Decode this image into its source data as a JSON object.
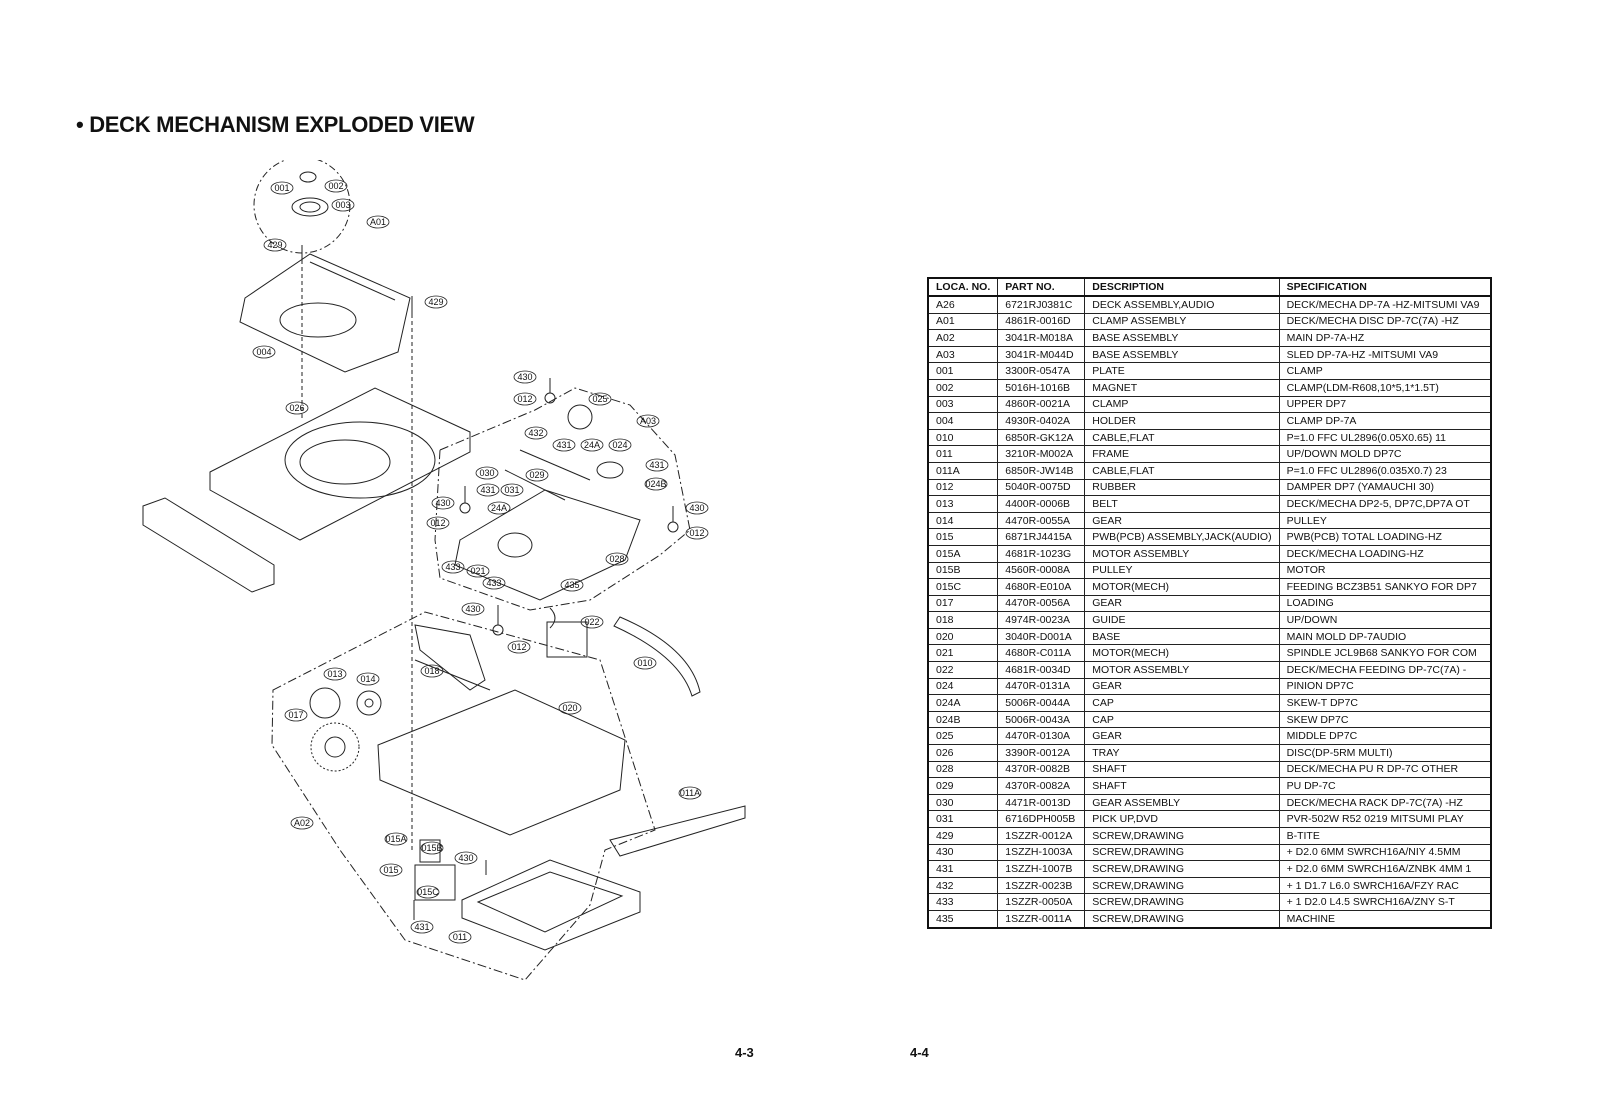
{
  "page": {
    "title": "• DECK MECHANISM EXPLODED VIEW",
    "page_left": "4-3",
    "page_right": "4-4"
  },
  "callouts": {
    "c001": "001",
    "c002": "002",
    "c003": "003",
    "cA01": "A01",
    "c429a": "429",
    "c429b": "429",
    "c004": "004",
    "c026": "026",
    "c430a": "430",
    "c012a": "012",
    "c025": "025",
    "cA03": "A03",
    "c432": "432",
    "c431a": "431",
    "c24Aa": "24A",
    "c024": "024",
    "c431b": "431",
    "c024B": "024B",
    "c030": "030",
    "c029": "029",
    "c431c": "431",
    "c031": "031",
    "c430b": "430",
    "c24Ab": "24A",
    "c012b": "012",
    "c430c": "430",
    "c012c": "012",
    "c433a": "433",
    "c021": "021",
    "c433b": "433",
    "c435": "435",
    "c028": "028",
    "c430d": "430",
    "c022": "022",
    "c012d": "012",
    "c010": "010",
    "c013": "013",
    "c014": "014",
    "c018": "018",
    "c017": "017",
    "c020": "020",
    "c011A": "011A",
    "cA02": "A02",
    "c015A": "015A",
    "c015B": "015B",
    "c430e": "430",
    "c015": "015",
    "c015C": "015C",
    "c431d": "431",
    "c011": "011"
  },
  "parts_table": {
    "headers": [
      "LOCA. NO.",
      "PART NO.",
      "DESCRIPTION",
      "SPECIFICATION"
    ],
    "rows": [
      [
        "A26",
        "6721RJ0381C",
        "DECK ASSEMBLY,AUDIO",
        "DECK/MECHA DP-7A -HZ-MITSUMI VA9"
      ],
      [
        "A01",
        "4861R-0016D",
        "CLAMP ASSEMBLY",
        "DECK/MECHA DISC DP-7C(7A) -HZ"
      ],
      [
        "A02",
        "3041R-M018A",
        "BASE ASSEMBLY",
        "MAIN DP-7A-HZ"
      ],
      [
        "A03",
        "3041R-M044D",
        "BASE ASSEMBLY",
        "SLED DP-7A-HZ -MITSUMI VA9"
      ],
      [
        "001",
        "3300R-0547A",
        "PLATE",
        "CLAMP"
      ],
      [
        "002",
        "5016H-1016B",
        "MAGNET",
        "CLAMP(LDM-R608,10*5,1*1.5T)"
      ],
      [
        "003",
        "4860R-0021A",
        "CLAMP",
        "UPPER DP7"
      ],
      [
        "004",
        "4930R-0402A",
        "HOLDER",
        "CLAMP DP-7A"
      ],
      [
        "010",
        "6850R-GK12A",
        "CABLE,FLAT",
        "P=1.0 FFC UL2896(0.05X0.65) 11"
      ],
      [
        "011",
        "3210R-M002A",
        "FRAME",
        "UP/DOWN MOLD DP7C"
      ],
      [
        "011A",
        "6850R-JW14B",
        "CABLE,FLAT",
        "P=1.0 FFC UL2896(0.035X0.7) 23"
      ],
      [
        "012",
        "5040R-0075D",
        "RUBBER",
        "DAMPER DP7 (YAMAUCHI 30)"
      ],
      [
        "013",
        "4400R-0006B",
        "BELT",
        "DECK/MECHA DP2-5, DP7C,DP7A OT"
      ],
      [
        "014",
        "4470R-0055A",
        "GEAR",
        "PULLEY"
      ],
      [
        "015",
        "6871RJ4415A",
        "PWB(PCB) ASSEMBLY,JACK(AUDIO)",
        "PWB(PCB) TOTAL LOADING-HZ"
      ],
      [
        "015A",
        "4681R-1023G",
        "MOTOR ASSEMBLY",
        "DECK/MECHA LOADING-HZ"
      ],
      [
        "015B",
        "4560R-0008A",
        "PULLEY",
        "MOTOR"
      ],
      [
        "015C",
        "4680R-E010A",
        "MOTOR(MECH)",
        "FEEDING BCZ3B51 SANKYO FOR DP7"
      ],
      [
        "017",
        "4470R-0056A",
        "GEAR",
        "LOADING"
      ],
      [
        "018",
        "4974R-0023A",
        "GUIDE",
        "UP/DOWN"
      ],
      [
        "020",
        "3040R-D001A",
        "BASE",
        "MAIN MOLD DP-7AUDIO"
      ],
      [
        "021",
        "4680R-C011A",
        "MOTOR(MECH)",
        "SPINDLE JCL9B68 SANKYO FOR COM"
      ],
      [
        "022",
        "4681R-0034D",
        "MOTOR ASSEMBLY",
        "DECK/MECHA FEEDING DP-7C(7A) -"
      ],
      [
        "024",
        "4470R-0131A",
        "GEAR",
        "PINION DP7C"
      ],
      [
        "024A",
        "5006R-0044A",
        "CAP",
        "SKEW-T DP7C"
      ],
      [
        "024B",
        "5006R-0043A",
        "CAP",
        "SKEW DP7C"
      ],
      [
        "025",
        "4470R-0130A",
        "GEAR",
        "MIDDLE DP7C"
      ],
      [
        "026",
        "3390R-0012A",
        "TRAY",
        "DISC(DP-5RM MULTI)"
      ],
      [
        "028",
        "4370R-0082B",
        "SHAFT",
        "DECK/MECHA PU R DP-7C OTHER"
      ],
      [
        "029",
        "4370R-0082A",
        "SHAFT",
        "PU DP-7C"
      ],
      [
        "030",
        "4471R-0013D",
        "GEAR ASSEMBLY",
        "DECK/MECHA RACK DP-7C(7A) -HZ"
      ],
      [
        "031",
        "6716DPH005B",
        "PICK UP,DVD",
        "PVR-502W R52 0219 MITSUMI PLAY"
      ],
      [
        "429",
        "1SZZR-0012A",
        "SCREW,DRAWING",
        "B-TITE"
      ],
      [
        "430",
        "1SZZH-1003A",
        "SCREW,DRAWING",
        "+ D2.0 6MM SWRCH16A/NIY 4.5MM"
      ],
      [
        "431",
        "1SZZH-1007B",
        "SCREW,DRAWING",
        "+ D2.0 6MM SWRCH16A/ZNBK 4MM 1"
      ],
      [
        "432",
        "1SZZR-0023B",
        "SCREW,DRAWING",
        "+ 1 D1.7 L6.0 SWRCH16A/FZY RAC"
      ],
      [
        "433",
        "1SZZR-0050A",
        "SCREW,DRAWING",
        "+ 1 D2.0 L4.5 SWRCH16A/ZNY S-T"
      ],
      [
        "435",
        "1SZZR-0011A",
        "SCREW,DRAWING",
        "MACHINE"
      ]
    ]
  }
}
